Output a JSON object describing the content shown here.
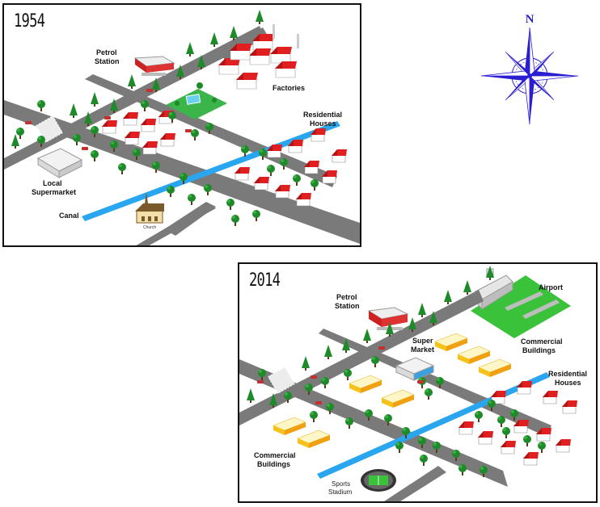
{
  "map_1954": {
    "year": "1954",
    "labels": {
      "petrol_station": [
        "Petrol",
        "Station"
      ],
      "factories": "Factories",
      "residential_houses": [
        "Residential",
        "Houses"
      ],
      "local_supermarket": [
        "Local",
        "Supermarket"
      ],
      "canal": "Canal",
      "church": "Church"
    }
  },
  "map_2014": {
    "year": "2014",
    "labels": {
      "petrol_station": [
        "Petrol",
        "Station"
      ],
      "airport": "Airport",
      "super_market": [
        "Super",
        "Market"
      ],
      "commercial_buildings_right": [
        "Commercial",
        "Buildings"
      ],
      "residential_houses": [
        "Residential",
        "Houses"
      ],
      "commercial_buildings_left": [
        "Commercial",
        "Buildings"
      ],
      "sports_stadium": [
        "Sports",
        "Stadium"
      ]
    }
  },
  "compass": {
    "north_label": "N",
    "color": "#2a1fd0"
  },
  "colors": {
    "road": "#7a7a7a",
    "canal": "#2aa6f0",
    "tree": "#1f8a2a",
    "roof": "#e02020",
    "commercial": "#f6c21a",
    "grass": "#39c23a"
  }
}
